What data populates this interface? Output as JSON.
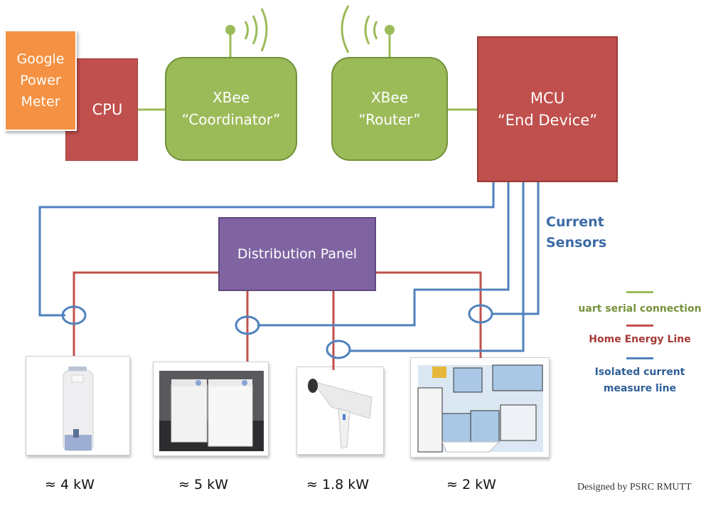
{
  "diagram": {
    "nodes": {
      "google_power_meter": {
        "lines": [
          "Google",
          "Power",
          "Meter"
        ]
      },
      "cpu": {
        "label": "CPU"
      },
      "xbee_coordinator": {
        "line1": "XBee",
        "line2": "“Coordinator”"
      },
      "xbee_router": {
        "line1": "XBee",
        "line2": "“Router”"
      },
      "mcu": {
        "line1": "MCU",
        "line2": "“End Device”"
      },
      "distribution_panel": {
        "label": "Distribution Panel"
      }
    },
    "current_sensors_label": {
      "line1": "Current",
      "line2": "Sensors"
    },
    "legend": [
      {
        "label": "uart serial connection",
        "color": "#9bbb59"
      },
      {
        "label": "Home Energy Line",
        "color": "#c0504d"
      },
      {
        "label": "Isolated current",
        "label2": "measure line",
        "color": "#4f81bd"
      }
    ],
    "appliances": [
      {
        "name": "Water heater",
        "power": "≈ 4 kW"
      },
      {
        "name": "Washer and dryer",
        "power": "≈ 5 kW"
      },
      {
        "name": "Hair dryer",
        "power": "≈ 1.8 kW"
      },
      {
        "name": "Kitchen",
        "power": "≈ 2 kW"
      }
    ],
    "credit": "Designed by PSRC RMUTT",
    "colors": {
      "uart": "#9bbb59",
      "energy": "#c0504d",
      "measure": "#4f81bd",
      "cpu": "#c0504d",
      "panel": "#8064a2",
      "google": "#f59142"
    }
  }
}
